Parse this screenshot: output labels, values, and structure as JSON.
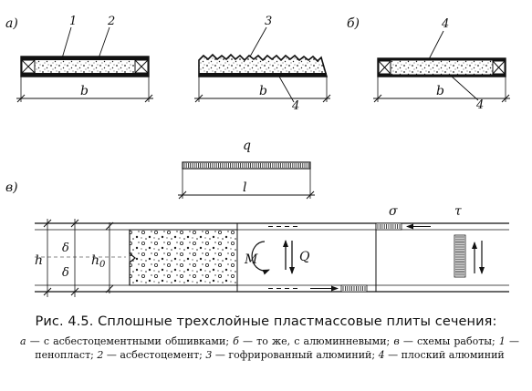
{
  "panels": {
    "a": {
      "letter": "а)",
      "callout_1": "1",
      "callout_2": "2",
      "width_label": "b"
    },
    "mid": {
      "callout_3": "3",
      "callout_4": "4",
      "width_label": "b"
    },
    "b": {
      "letter": "б)",
      "callout_4_top": "4",
      "callout_4_bottom": "4",
      "width_label": "b"
    },
    "v": {
      "letter": "в)",
      "load_label": "q",
      "span_label": "l"
    }
  },
  "scheme": {
    "h": "h",
    "delta_top": "δ",
    "delta_bottom": "δ",
    "h0": "h",
    "h0_sub": "0",
    "moment": "M",
    "shear": "Q",
    "sigma": "σ",
    "tau": "τ"
  },
  "caption": {
    "title": "Рис. 4.5. Сплошные трехслойные пластмассовые плиты сечения:",
    "seg1_key": "а",
    "seg1_text": " — с асбестоцементными обшивками; ",
    "seg2_key": "б",
    "seg2_text": " — то же, с алюминневыми; ",
    "seg3_key": "в",
    "seg3_text": " — схемы работы; ",
    "seg4_key": "1",
    "seg4_text": " — пенопласт; ",
    "seg5_key": "2",
    "seg5_text": " — асбестоцемент; ",
    "seg6_key": "3",
    "seg6_text": " — гофрированный алюминий; ",
    "seg7_key": "4",
    "seg7_text": " — плоский алюминий"
  }
}
